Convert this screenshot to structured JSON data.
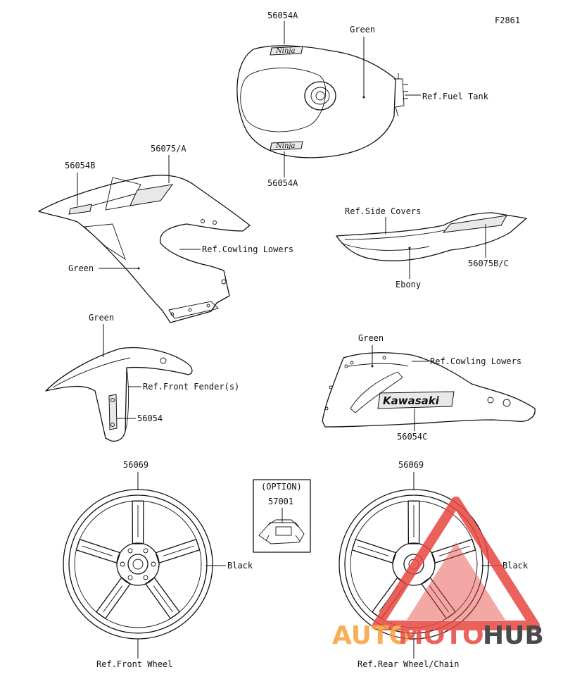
{
  "figure_id": "F2861",
  "callouts": {
    "tank_top_part": "56054A",
    "tank_color": "Green",
    "tank_ref": "Ref.Fuel Tank",
    "tank_bottom_part": "56054A",
    "cowl_left_part_a": "56054B",
    "cowl_left_part_b": "56075/A",
    "cowl_left_ref": "Ref.Cowling Lowers",
    "cowl_left_color": "Green",
    "side_cover_ref": "Ref.Side Covers",
    "side_cover_part": "56075B/C",
    "side_cover_color": "Ebony",
    "fender_color": "Green",
    "fender_ref": "Ref.Front Fender(s)",
    "fender_part": "56054",
    "cowl_right_color": "Green",
    "cowl_right_ref": "Ref.Cowling Lowers",
    "cowl_right_part": "56054C",
    "front_wheel_part": "56069",
    "front_wheel_color": "Black",
    "front_wheel_ref": "Ref.Front Wheel",
    "option_label": "(OPTION)",
    "option_part": "57001",
    "rear_wheel_part": "56069",
    "rear_wheel_color": "Black",
    "rear_wheel_ref": "Ref.Rear Wheel/Chain"
  },
  "decal_text": {
    "ninja_top": "Ninja",
    "ninja_bottom": "Ninja",
    "kawasaki": "Kawasaki"
  },
  "watermark": {
    "brand_part1": "AUTO",
    "brand_part2": "MOTO",
    "brand_part3": "HUB",
    "color_primary": "#e8463f",
    "color_secondary": "#f6a13a",
    "color_dark": "#2b2b2b"
  },
  "icons": [
    "triangle-logo-icon"
  ]
}
